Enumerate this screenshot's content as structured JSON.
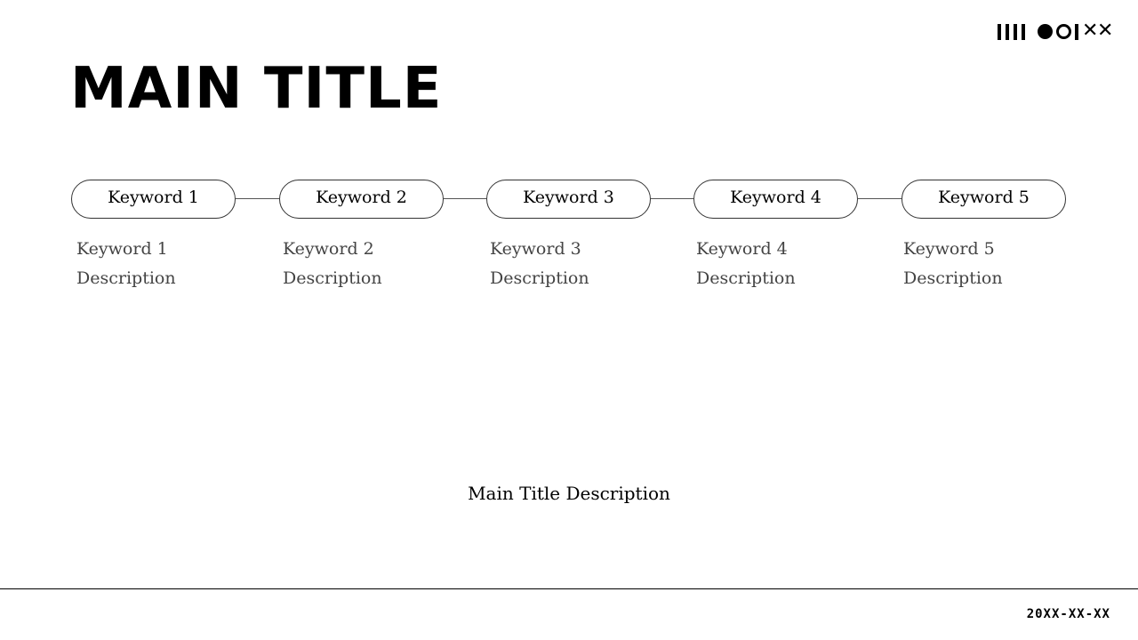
{
  "slide": {
    "title": "MAIN TITLE",
    "description": "Main Title Description",
    "date": "20XX-XX-XX"
  },
  "logo": {
    "icons": [
      "bar-icon",
      "bar-icon",
      "bar-icon",
      "bar-icon",
      "filled-circle-icon",
      "outline-circle-icon",
      "bar-icon",
      "x-icon",
      "x-icon"
    ]
  },
  "keywords": [
    {
      "label": "Keyword 1",
      "desc_line1": "Keyword 1",
      "desc_line2": "Description"
    },
    {
      "label": "Keyword 2",
      "desc_line1": "Keyword 2",
      "desc_line2": "Description"
    },
    {
      "label": "Keyword 3",
      "desc_line1": "Keyword 3",
      "desc_line2": "Description"
    },
    {
      "label": "Keyword 4",
      "desc_line1": "Keyword 4",
      "desc_line2": "Description"
    },
    {
      "label": "Keyword 5",
      "desc_line1": "Keyword 5",
      "desc_line2": "Description"
    }
  ]
}
